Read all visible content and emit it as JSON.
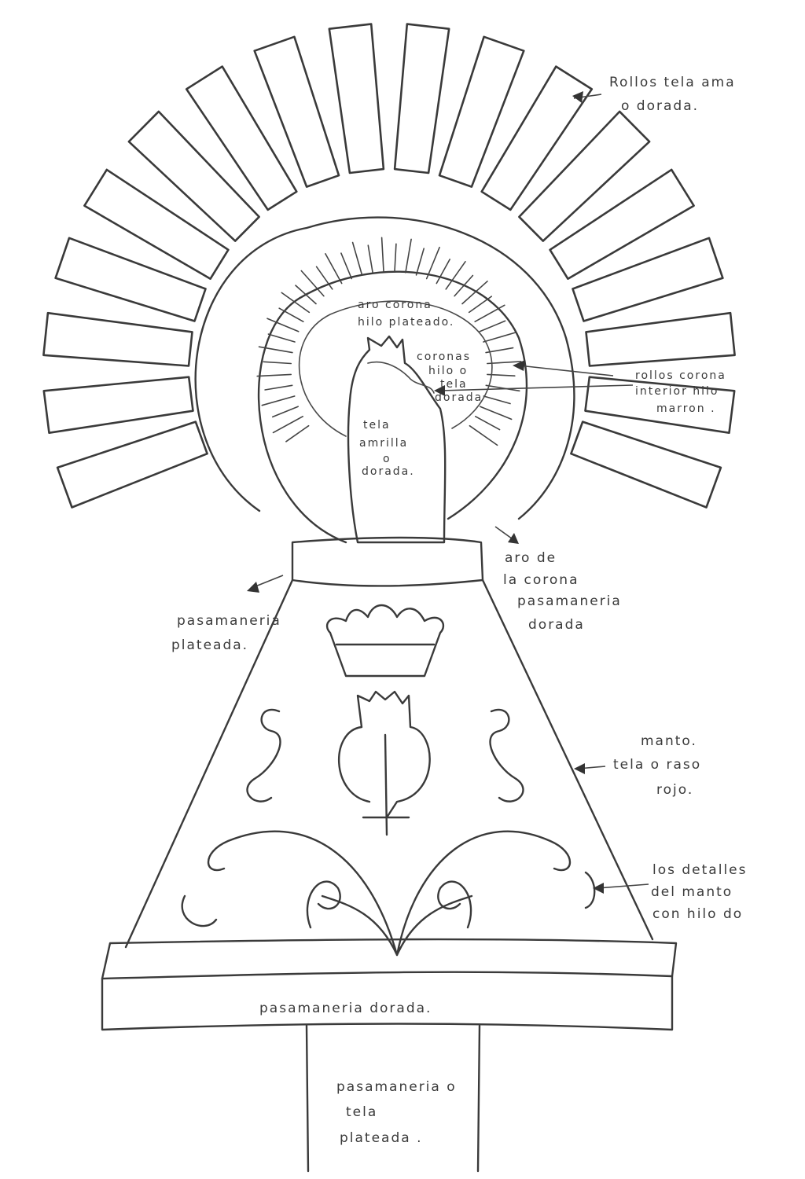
{
  "labels": {
    "rays": [
      "Rollos tela ama",
      "o dorada."
    ],
    "inner_ring": [
      "aro corona",
      "hilo plateado."
    ],
    "crown_small": [
      "coronas",
      "hilo o",
      "tela",
      "dorada"
    ],
    "inner_rolls": [
      "rollos corona",
      "interior hilo",
      "marron ."
    ],
    "face_cloth": [
      "tela",
      "amrilla",
      "o",
      "dorada."
    ],
    "crown_ring": [
      "aro de",
      "la corona",
      "pasamaneria",
      "dorada"
    ],
    "left_trim": [
      "pasamaneria",
      "plateada."
    ],
    "mantle": [
      "manto.",
      "tela o raso",
      "rojo."
    ],
    "details": [
      "los detalles",
      "del manto",
      "con hilo do"
    ],
    "bottom_trim": "pasamaneria dorada.",
    "column": [
      "pasamaneria o",
      "tela",
      "plateada ."
    ]
  }
}
